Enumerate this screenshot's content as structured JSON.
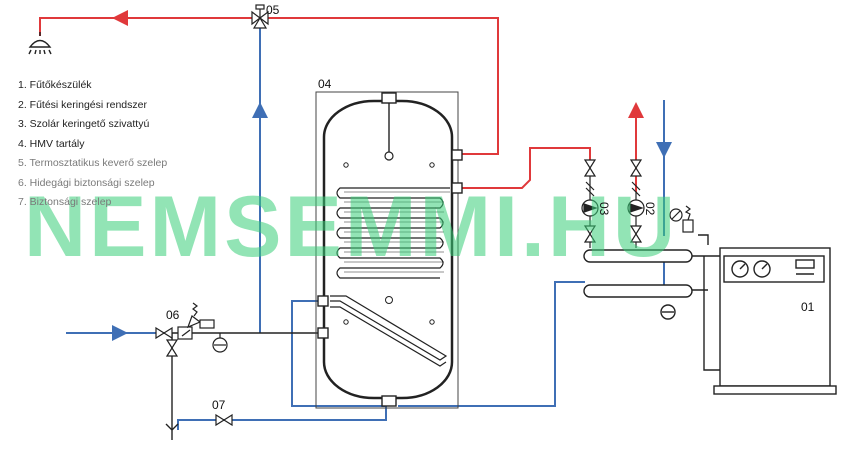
{
  "legend": {
    "items": [
      {
        "text": "1. Fűtőkészülék",
        "muted": false
      },
      {
        "text": "2. Fűtési keringési rendszer",
        "muted": false
      },
      {
        "text": "3. Szolár keringető szivattyú",
        "muted": false
      },
      {
        "text": "4. HMV tartály",
        "muted": false
      },
      {
        "text": "5. Termosztatikus keverő szelep",
        "muted": true
      },
      {
        "text": "6. Hidegági biztonsági szelep",
        "muted": true
      },
      {
        "text": "7. Biztonsági szelep",
        "muted": true
      }
    ]
  },
  "labels": {
    "l05": "05",
    "l04": "04",
    "l06": "06",
    "l07": "07",
    "l01": "01",
    "l02": "02",
    "l03": "03"
  },
  "watermark": "NEMSEMMI.HU",
  "colors": {
    "hot": "#e0393b",
    "cold": "#3f6fb5",
    "cold_light": "#5a8fcc",
    "line": "#222222",
    "watermark": "#38cd78",
    "legend_dark": "#222222",
    "legend_muted": "#7a7a7a"
  },
  "icons": [
    "shower-icon",
    "mixing-valve-icon",
    "pump-icon",
    "check-valve-icon",
    "gauge-icon",
    "safety-valve-icon",
    "boiler-icon"
  ]
}
